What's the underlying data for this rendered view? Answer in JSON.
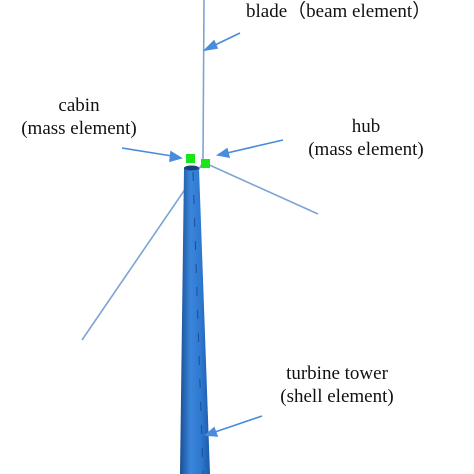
{
  "colors": {
    "tower": "#2e78cf",
    "tower_dark": "#1a4f96",
    "tower_light": "#5c9ae0",
    "blade": "#7ea4d2",
    "mass": "#19e619",
    "arrow": "#4a8cdc",
    "text": "#111111"
  },
  "labels": {
    "blade": {
      "name": "blade",
      "type": "（beam element）"
    },
    "cabin": {
      "name": "cabin",
      "type": "(mass element)"
    },
    "hub": {
      "name": "hub",
      "type": "(mass element)"
    },
    "tower": {
      "name": "turbine tower",
      "type": "(shell element)"
    }
  }
}
